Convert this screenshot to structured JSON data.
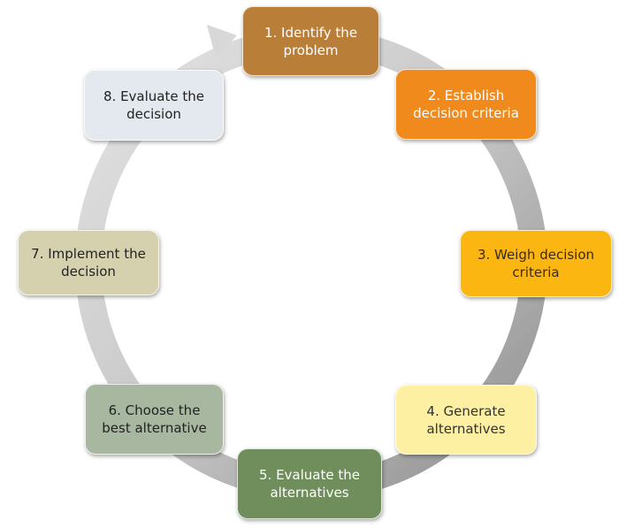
{
  "steps": [
    {
      "label": "1. Identify the problem",
      "color": "#b97f39",
      "text_color": "#ffffff"
    },
    {
      "label": "2. Establish decision criteria",
      "color": "#f08a1c",
      "text_color": "#ffffff"
    },
    {
      "label": "3. Weigh decision criteria",
      "color": "#fbb612",
      "text_color": "#3a2a10"
    },
    {
      "label": "4. Generate alternatives",
      "color": "#fdf0a3",
      "text_color": "#333333"
    },
    {
      "label": "5. Evaluate the alternatives",
      "color": "#6f8e5b",
      "text_color": "#ffffff"
    },
    {
      "label": "6. Choose the best alternative",
      "color": "#a8b8a0",
      "text_color": "#222222"
    },
    {
      "label": "7. Implement the decision",
      "color": "#d5d1ae",
      "text_color": "#222222"
    },
    {
      "label": "8. Evaluate the decision",
      "color": "#e3e9ee",
      "text_color": "#222222"
    }
  ],
  "ring_colors": [
    "#d9d9d9",
    "#8a8a8a"
  ]
}
